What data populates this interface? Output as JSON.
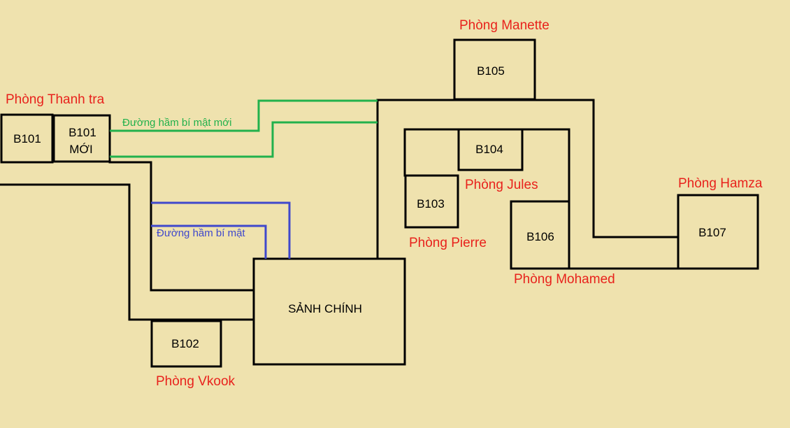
{
  "colors": {
    "background": "#efe2ae",
    "wall": "#000000",
    "owner_label": "#e8221c",
    "new_secret_tunnel": "#22b14c",
    "secret_tunnel": "#3f48cc"
  },
  "rooms": {
    "b101": "B101",
    "b101_new_line1": "B101",
    "b101_new_line2": "MỚI",
    "b102": "B102",
    "b103": "B103",
    "b104": "B104",
    "b105": "B105",
    "b106": "B106",
    "b107": "B107",
    "main_hall": "SẢNH CHÍNH"
  },
  "owners": {
    "inspector": "Phòng Thanh tra",
    "manette": "Phòng Manette",
    "jules": "Phòng Jules",
    "pierre": "Phòng Pierre",
    "hamza": "Phòng Hamza",
    "mohamed": "Phòng Mohamed",
    "vkook": "Phòng Vkook"
  },
  "tunnels": {
    "new_secret": "Đường hầm bí mật mới",
    "secret": "Đường hầm bí mật"
  }
}
